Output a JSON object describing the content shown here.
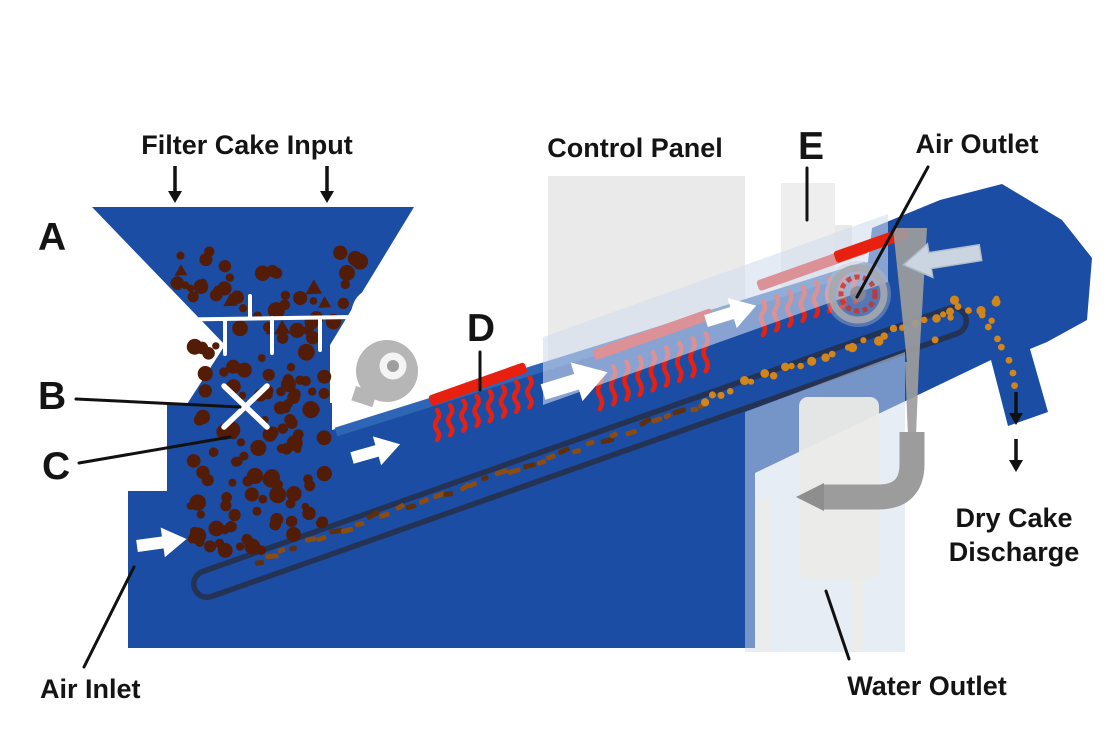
{
  "figure": {
    "type": "equipment-diagram",
    "subject": "Filter cake drying machine cross-section"
  },
  "labels": {
    "filter_cake_input": "Filter Cake Input",
    "control_panel": "Control Panel",
    "air_outlet": "Air Outlet",
    "dry_cake_discharge": [
      "Dry Cake",
      "Discharge"
    ],
    "water_outlet": "Water Outlet",
    "air_inlet": "Air Inlet"
  },
  "markers": {
    "a": "A",
    "b": "B",
    "c": "C",
    "d": "D",
    "e": "E"
  },
  "colors": {
    "machine_blue": "#1b4da5",
    "machine_blue_rim": "#2f65b5",
    "belt_outline": "#243253",
    "heater_red": "#e8200f",
    "heater_salmon": "#f08a74",
    "particle_brown": "#521c06",
    "trail_brown": "#8a4c10",
    "cake_orange": "#d2861a",
    "panel_gray": "#e9e9e9",
    "duct_gray": "#9c9c9c",
    "tank_gray": "#ebebe8",
    "ink": "#141414"
  }
}
